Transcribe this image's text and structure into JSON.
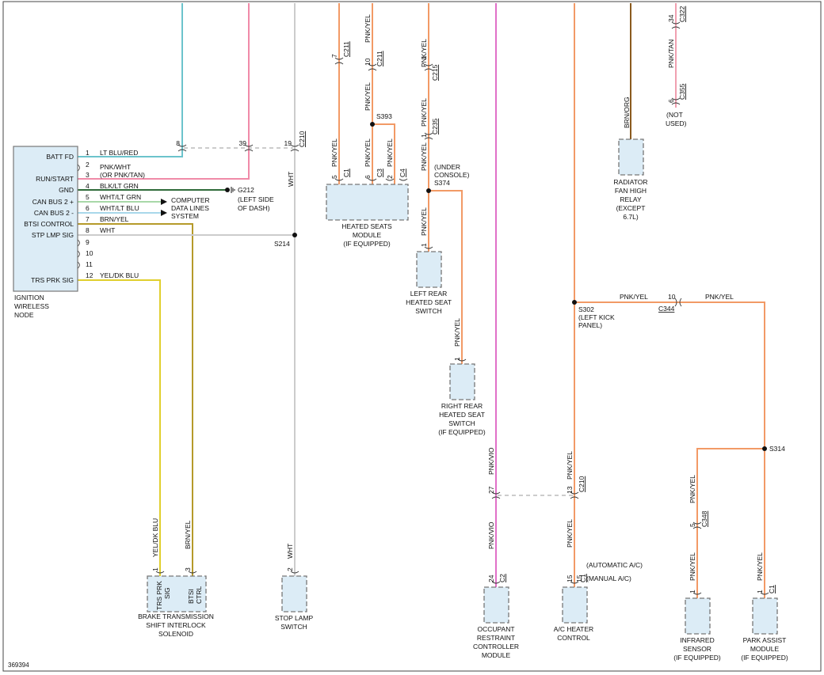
{
  "diagram_id": "369394",
  "colors": {
    "lt_blu_red": "#6cc3cc",
    "pnk_wht": "#f08aa8",
    "blk_lt_grn": "#2f6b3a",
    "wht_lt_grn": "#a8d8a8",
    "wht_lt_blu": "#a8d8ea",
    "brn_yel": "#b59a2a",
    "wht": "#cccccc",
    "yel_dk_blu": "#e0cf2e",
    "pnk_yel": "#f29a66",
    "pnk_vio": "#e070c8",
    "brn_org": "#8a5a1e",
    "pnk_tan": "#f0a0b0"
  },
  "node": {
    "pins_left": [
      "BATT FD",
      "RUN/START",
      "GND",
      "CAN BUS 2 +",
      "CAN BUS 2 -",
      "BTSI CONTROL",
      "STP LMP SIG",
      "TRS PRK SIG"
    ],
    "pin_numbers": [
      "1",
      "2",
      "3",
      "4",
      "5",
      "6",
      "7",
      "8",
      "9",
      "10",
      "11",
      "12"
    ],
    "wire_labels": [
      "LT BLU/RED",
      "PNK/WHT",
      "(OR PNK/TAN)",
      "BLK/LT GRN",
      "WHT/LT GRN",
      "WHT/LT BLU",
      "BRN/YEL",
      "WHT",
      "YEL/DK BLU"
    ],
    "name": [
      "IGNITION",
      "WIRELESS",
      "NODE"
    ]
  },
  "ground": {
    "id": "G212",
    "note": [
      "(LEFT SIDE",
      "OF DASH)"
    ]
  },
  "computer_data_lines": [
    "COMPUTER",
    "DATA LINES",
    "SYSTEM"
  ],
  "connectors": {
    "c210": "C210",
    "c211": "C211",
    "c1": "C1",
    "c2": "C2",
    "c3": "C3",
    "c4": "C4",
    "c215": "C215",
    "c235": "C235",
    "c322": "C322",
    "c355": "C355",
    "c344": "C344",
    "c348": "C348"
  },
  "splices": {
    "s214": "S214",
    "s393": "S393",
    "s374": "S374",
    "s302": "S302",
    "s314": "S314"
  },
  "pin_labels": {
    "p8": "8",
    "p39": "39",
    "p19": "19",
    "p7": "7",
    "p10": "10",
    "p5": "5",
    "p6": "6",
    "p2": "2",
    "p1": "1",
    "p4": "4",
    "p34": "34",
    "p86": "86",
    "p12": "12",
    "p3": "3",
    "p27": "27",
    "p13": "13",
    "p24": "24",
    "p15": "15"
  },
  "wire_texts": {
    "wht": "WHT",
    "pnk_yel": "PNK/YEL",
    "pnk_vio": "PNK/VIO",
    "pnk_tan": "PNK/TAN",
    "brn_org": "BRN/ORG",
    "yel_dk_blu": "YEL/DK BLU",
    "brn_yel": "BRN/YEL"
  },
  "notes": {
    "under_console": [
      "(UNDER",
      "CONSOLE)"
    ],
    "not_used": [
      "(NOT",
      "USED)"
    ],
    "left_kick_panel": [
      "(LEFT KICK",
      "PANEL)"
    ],
    "automatic_ac": "(AUTOMATIC A/C)",
    "manual_ac": "(MANUAL A/C)"
  },
  "components": {
    "heated_seats_module": [
      "HEATED SEATS",
      "MODULE",
      "(IF EQUIPPED)"
    ],
    "left_rear_switch": [
      "LEFT REAR",
      "HEATED SEAT",
      "SWITCH"
    ],
    "right_rear_switch": [
      "RIGHT REAR",
      "HEATED SEAT",
      "SWITCH",
      "(IF EQUIPPED)"
    ],
    "radiator_relay": [
      "RADIATOR",
      "FAN HIGH",
      "RELAY",
      "(EXCEPT",
      "6.7L)"
    ],
    "btsi_solenoid": [
      "BRAKE TRANSMISSION",
      "SHIFT INTERLOCK",
      "SOLENOID"
    ],
    "btsi_pins": {
      "trs1": "TRS PRK",
      "trs2": "SIG",
      "btsi1": "BTSI",
      "btsi2": "CTRL"
    },
    "stop_lamp_switch": [
      "STOP LAMP",
      "SWITCH"
    ],
    "occupant_restraint": [
      "OCCUPANT",
      "RESTRAINT",
      "CONTROLLER",
      "MODULE"
    ],
    "ac_heater_control": [
      "A/C HEATER",
      "CONTROL"
    ],
    "infrared_sensor": [
      "INFRARED",
      "SENSOR",
      "(IF EQUIPPED)"
    ],
    "park_assist": [
      "PARK ASSIST",
      "MODULE",
      "(IF EQUIPPED)"
    ]
  }
}
